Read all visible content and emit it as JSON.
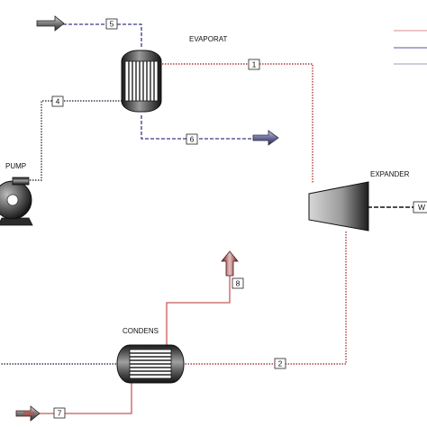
{
  "colors": {
    "hot_stream": "#b23a3a",
    "warm_stream": "#d98a8a",
    "working_fluid": "#3a3a52",
    "cold_stream": "#3a3a86",
    "work_line": "#111111",
    "legend_red": "#e4a3a3",
    "legend_blue": "#7777bb",
    "legend_gray": "#b0b0c0"
  },
  "blocks": {
    "evaporator": "EVAPORAT",
    "pump": "PUMP",
    "expander": "EXPANDER",
    "condenser": "CONDENS"
  },
  "streams": {
    "s1": "1",
    "s2": "2",
    "s4": "4",
    "s5": "5",
    "s6": "6",
    "s7": "7",
    "s8": "8"
  },
  "work_stream": "W"
}
